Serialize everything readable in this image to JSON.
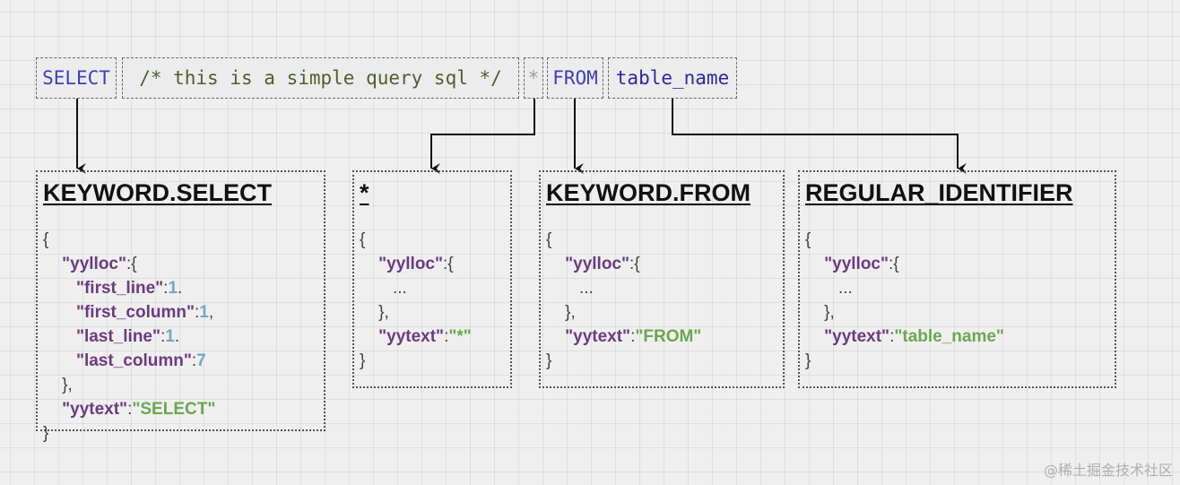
{
  "tokens": {
    "select": "SELECT",
    "comment": "/* this is a simple query sql */",
    "star": "*",
    "from": "FROM",
    "table": "table_name"
  },
  "nodes": {
    "select": {
      "title": "KEYWORD.SELECT",
      "open": "{",
      "yylloc_key": "\"yylloc\"",
      "first_line_key": "\"first_line\"",
      "first_line_val": "1",
      "first_column_key": "\"first_column\"",
      "first_column_val": "1",
      "last_line_key": "\"last_line\"",
      "last_line_val": "1",
      "last_column_key": "\"last_column\"",
      "last_column_val": "7",
      "yytext_key": "\"yytext\"",
      "yytext_val": "\"SELECT\"",
      "close": "}"
    },
    "star": {
      "title": "*",
      "open": "{",
      "yylloc_key": "\"yylloc\"",
      "ellipsis": "...",
      "yytext_key": "\"yytext\"",
      "yytext_val": "\"*\"",
      "close": "}"
    },
    "from": {
      "title": "KEYWORD.FROM",
      "open": "{",
      "yylloc_key": "\"yylloc\"",
      "ellipsis": "...",
      "yytext_key": "\"yytext\"",
      "yytext_val": "\"FROM\"",
      "close": "}"
    },
    "ident": {
      "title": "REGULAR_IDENTIFIER",
      "open": "{",
      "yylloc_key": "\"yylloc\"",
      "ellipsis": "...",
      "yytext_key": "\"yytext\"",
      "yytext_val": "\"table_name\"",
      "close": "}"
    }
  },
  "watermark": "@稀土掘金技术社区"
}
